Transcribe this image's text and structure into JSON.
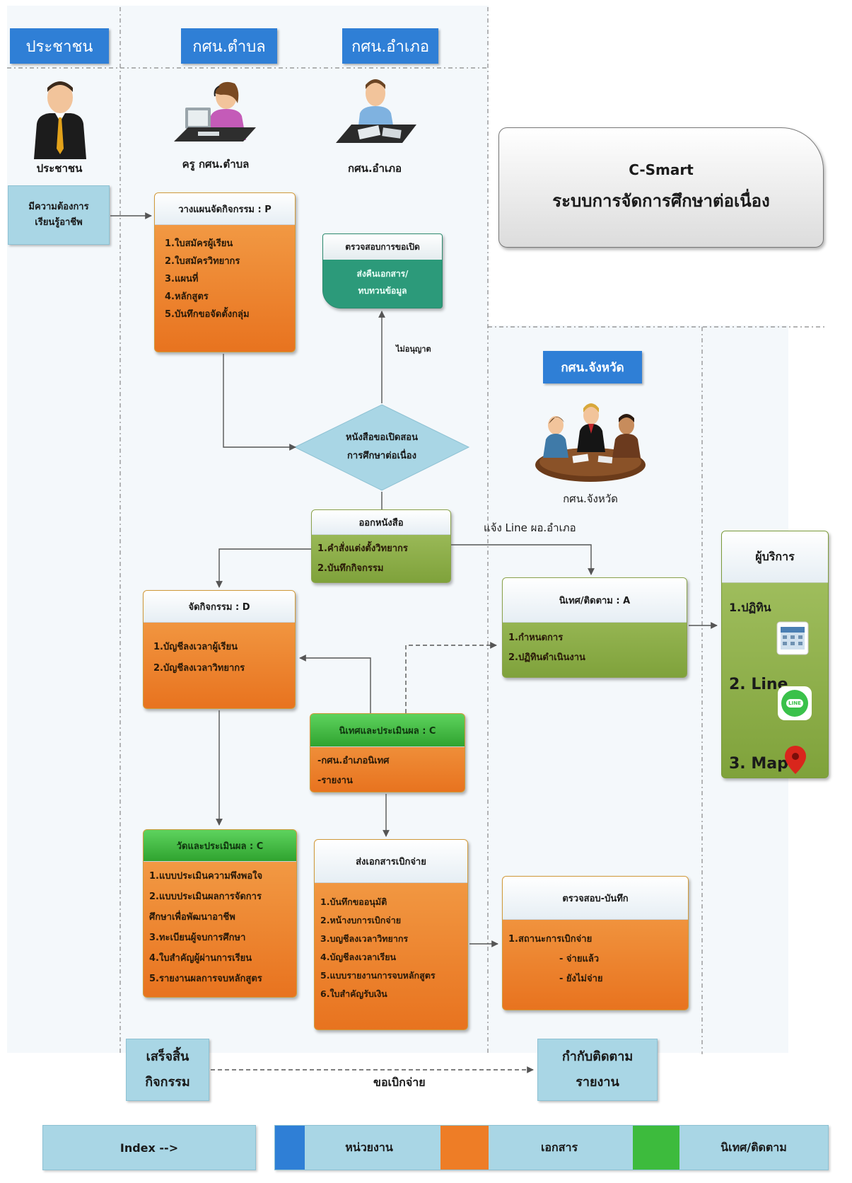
{
  "columns": {
    "people": "ประชาชน",
    "tambon": "กศน.ตำบล",
    "amphoe": "กศน.อำเภอ",
    "province": "กศน.จังหวัด"
  },
  "actors": {
    "citizen": "ประชาชน",
    "teacher": "ครู กศน.ตำบล",
    "district": "กศน.อำเภอ",
    "province": "กศน.จังหวัด"
  },
  "need_box": {
    "line1": "มีความต้องการ",
    "line2": "เรียนรู้อาชีพ"
  },
  "cs_box": {
    "title": "C-Smart",
    "subtitle": "ระบบการจัดการศึกษาต่อเนื่อง"
  },
  "plan_card": {
    "title": "วางแผนจัดกิจกรรม : P",
    "items": [
      "1.ใบสมัครผู้เรียน",
      "2.ใบสมัครวิทยากร",
      "3.แผนที่",
      "4.หลักสูตร",
      "5.บันทึกขอจัดตั้งกลุ่ม"
    ]
  },
  "check_open": {
    "title": "ตรวจสอบการขอเปิด",
    "line1": "ส่งคืนเอกสาร/",
    "line2": "ทบทวนข้อมูล"
  },
  "not_allowed": "ไม่อนุญาต",
  "decision": {
    "line1": "หนังสือขอเปิดสอน",
    "line2": "การศึกษาต่อเนื่อง"
  },
  "issue_card": {
    "title": "ออกหนังสือ",
    "items": [
      "1.คำสั่งแต่งตั้งวิทยากร",
      "2.บันทึกกิจกรรม"
    ]
  },
  "line_notify": "แจ้ง Line ผอ.อำเภอ",
  "service": {
    "title": "ผู้บริการ",
    "items": [
      "1.ปฏิทิน",
      "2. Line",
      "3. Map"
    ],
    "line_badge": "LINE"
  },
  "monitor_card": {
    "title": "นิเทศ/ติดตาม : A",
    "items": [
      "1.กำหนดการ",
      "2.ปฏิทินดำเนินงาน"
    ]
  },
  "do_card": {
    "title": "จัดกิจกรรม : D",
    "items": [
      "1.บัญชีลงเวลาผู้เรียน",
      "2.บัญชีลงเวลาวิทยากร"
    ]
  },
  "supervise_card": {
    "title": "นิเทศและประเมินผล : C",
    "items": [
      "-กศน.อำเภอนิเทศ",
      "-รายงาน"
    ]
  },
  "evaluate_card": {
    "title": "วัดและประเมินผล : C",
    "items": [
      "1.แบบประเมินความพึงพอใจ",
      "2.แบบประเมินผลการจัดการ",
      "ศึกษาเพื่อพัฒนาอาชีพ",
      "3.ทะเบียนผู้จบการศึกษา",
      "4.ใบสำคัญผู้ผ่านการเรียน",
      "5.รายงานผลการจบหลักสูตร"
    ]
  },
  "disburse_card": {
    "title": "ส่งเอกสารเบิกจ่าย",
    "items": [
      "1.บันทึกขออนุมัติ",
      "2.หน้างบการเบิกจ่าย",
      "3.บญชีลงเวลาวิทยากร",
      "4.บัญชีลงเวลาเรียน",
      "5.แบบรายงานการจบหลักสูตร",
      "6.ใบสำคัญรับเงิน"
    ]
  },
  "verify_card": {
    "title": "ตรวจสอบ-บันทึก",
    "items": [
      "1.สถานะการเบิกจ่าย",
      "- จ่ายแล้ว",
      "- ยังไม่จ่าย"
    ]
  },
  "finish_box": {
    "line1": "เสร็จสิ้น",
    "line2": "กิจกรรม"
  },
  "control_box": {
    "line1": "กำกับติดตาม",
    "line2": "รายงาน"
  },
  "request_pay": "ขอเบิกจ่าย",
  "legend": {
    "index": "Index -->",
    "unit": "หน่วยงาน",
    "doc": "เอกสาร",
    "monitor": "นิเทศ/ติดตาม",
    "unit_color": "#2f7fd6",
    "doc_color": "#ee7d26",
    "monitor_color": "#3dbb3d"
  }
}
